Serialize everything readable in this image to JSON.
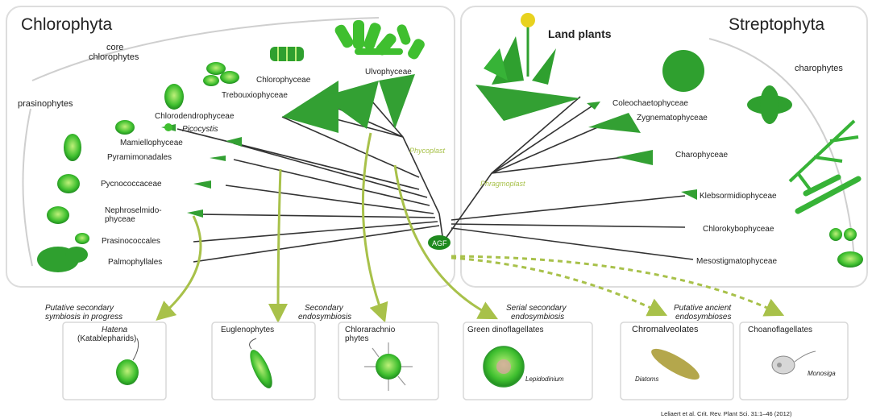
{
  "panels": {
    "left_title": "Chlorophyta",
    "right_title": "Streptophyta"
  },
  "groups": {
    "core_1": "core",
    "core_2": "chlorophytes",
    "prasinophytes": "prasinophytes",
    "land_plants": "Land plants",
    "charophytes": "charophytes"
  },
  "taxa": {
    "chlorophyceae": "Chlorophyceae",
    "ulvophyceae": "Ulvophyceae",
    "trebouxiophyceae": "Trebouxiophyceae",
    "chlorodendrophyceae": "Chlorodendrophyceae",
    "picocystis": "Picocystis",
    "mamiellophyceae": "Mamiellophyceae",
    "pyramimonadales": "Pyramimonadales",
    "pycnococcaceae": "Pycnococcaceae",
    "nephro_1": "Nephroselmido-",
    "nephro_2": "phyceae",
    "prasinococcales": "Prasinococcales",
    "palmophyllales": "Palmophyllales",
    "coleochaetophyceae": "Coleochaetophyceae",
    "zygnematophyceae": "Zygnematophyceae",
    "charophyceae": "Charophyceae",
    "klebsormidiophyceae": "Klebsormidiophyceae",
    "chlorokybophyceae": "Chlorokybophyceae",
    "mesostigmatophyceae": "Mesostigmatophyceae"
  },
  "tree": {
    "root_label": "AGF",
    "left_node": "Phycoplast",
    "right_node": "Phragmoplast"
  },
  "endosymbiosis": {
    "putative_secondary_1": "Putative secondary",
    "putative_secondary_2": "symbiosis in progress",
    "secondary_1": "Secondary",
    "secondary_2": "endosymbiosis",
    "serial_1": "Serial secondary",
    "serial_2": "endosymbiosis",
    "ancient_1": "Putative ancient",
    "ancient_2": "endosymbioses"
  },
  "organisms": {
    "hatena_1": "Hatena",
    "hatena_2": "(Katablepharids)",
    "euglenophytes": "Euglenophytes",
    "chlorarachnio_1": "Chlorarachnio",
    "chlorarachnio_2": "phytes",
    "dinoflagellates": "Green dinoflagellates",
    "lepidodinium": "Lepidodinium",
    "chromalveolates": "Chromalveolates",
    "diatoms": "Diatoms",
    "choanoflagellates": "Choanoflagellates",
    "monosiga": "Monosiga"
  },
  "citation": "Leliaert et al. Crit. Rev. Plant Sci. 31:1–46 (2012)",
  "colors": {
    "green_dark": "#2e9a2e",
    "green_light": "#7ccf3c",
    "olive": "#a8c14a",
    "panel_border": "#d8d8d8"
  }
}
